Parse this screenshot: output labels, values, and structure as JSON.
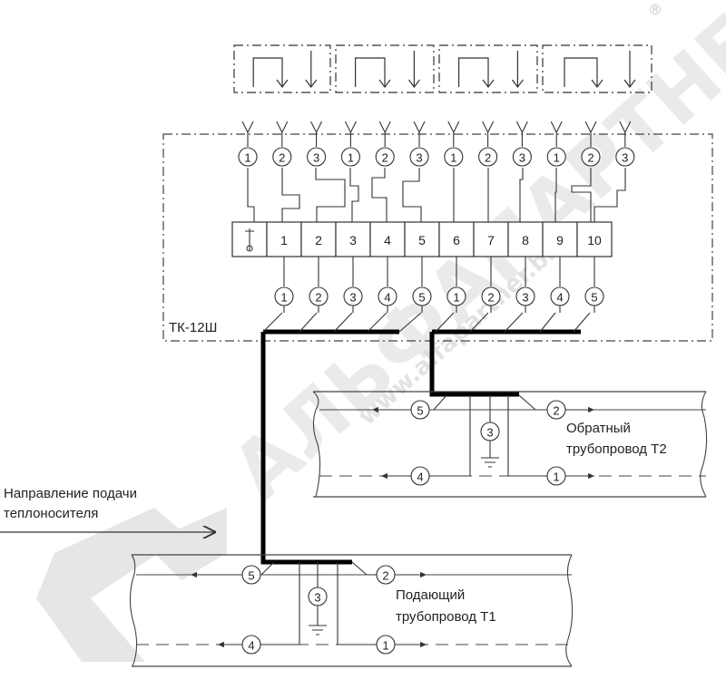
{
  "watermark": {
    "main": "АЛЬФАПАРТНЕР",
    "site": "www.alfapartner.biz",
    "reg_mark": "®"
  },
  "box": {
    "label": "ТК-12Ш"
  },
  "terminal_block": {
    "terminals": [
      "1",
      "2",
      "3",
      "4",
      "5",
      "6",
      "7",
      "8",
      "9",
      "10"
    ]
  },
  "top_connectors": [
    "1",
    "2",
    "3",
    "1",
    "2",
    "3",
    "1",
    "2",
    "3",
    "1",
    "2",
    "3"
  ],
  "bottom_connectors": [
    "1",
    "2",
    "3",
    "4",
    "5",
    "1",
    "2",
    "3",
    "4",
    "5"
  ],
  "flow": {
    "label_line1": "Направление подачи",
    "label_line2": "теплоносителя"
  },
  "pipe_return": {
    "label_line1": "Обратный",
    "label_line2": "трубопровод Т2",
    "wires": [
      "5",
      "2",
      "3",
      "4",
      "1"
    ]
  },
  "pipe_supply": {
    "label_line1": "Подающий",
    "label_line2": "трубопровод Т1",
    "wires": [
      "5",
      "2",
      "3",
      "4",
      "1"
    ]
  }
}
